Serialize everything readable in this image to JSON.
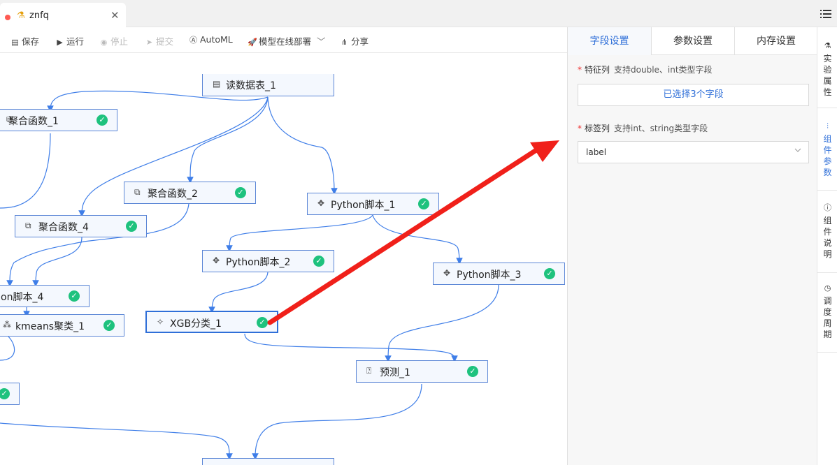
{
  "window": {
    "tab_title": "znfq",
    "close_glyph": "✕",
    "flask_icon": "flask-icon"
  },
  "toolbar": {
    "save": "保存",
    "run": "运行",
    "stop": "停止",
    "submit": "提交",
    "automl": "AutoML",
    "deploy": "模型在线部署",
    "share": "分享"
  },
  "canvas": {
    "nodes": {
      "read_table": "读数据表_1",
      "agg_1": "聚合函数_1",
      "agg_2": "聚合函数_2",
      "agg_4": "聚合函数_4",
      "py_1": "Python脚本_1",
      "py_2": "Python脚本_2",
      "py_3": "Python脚本_3",
      "py_4": "on脚本_4",
      "kmeans": "kmeans聚类_1",
      "xgb": "XGB分类_1",
      "predict": "预测_1"
    }
  },
  "panel": {
    "tabs": [
      "字段设置",
      "参数设置",
      "内存设置"
    ],
    "feature": {
      "label": "特征列",
      "hint": "支持double、int类型字段",
      "button": "已选择3个字段"
    },
    "target": {
      "label": "标签列",
      "hint": "支持int、string类型字段",
      "value": "label"
    }
  },
  "rail": {
    "items": [
      "实验属性",
      "组件参数",
      "组件说明",
      "调度周期"
    ]
  },
  "colors": {
    "accent": "#2f6fd8",
    "success": "#1ec27e",
    "annotation_arrow": "#f0201a",
    "edge": "#3f7ee8"
  }
}
